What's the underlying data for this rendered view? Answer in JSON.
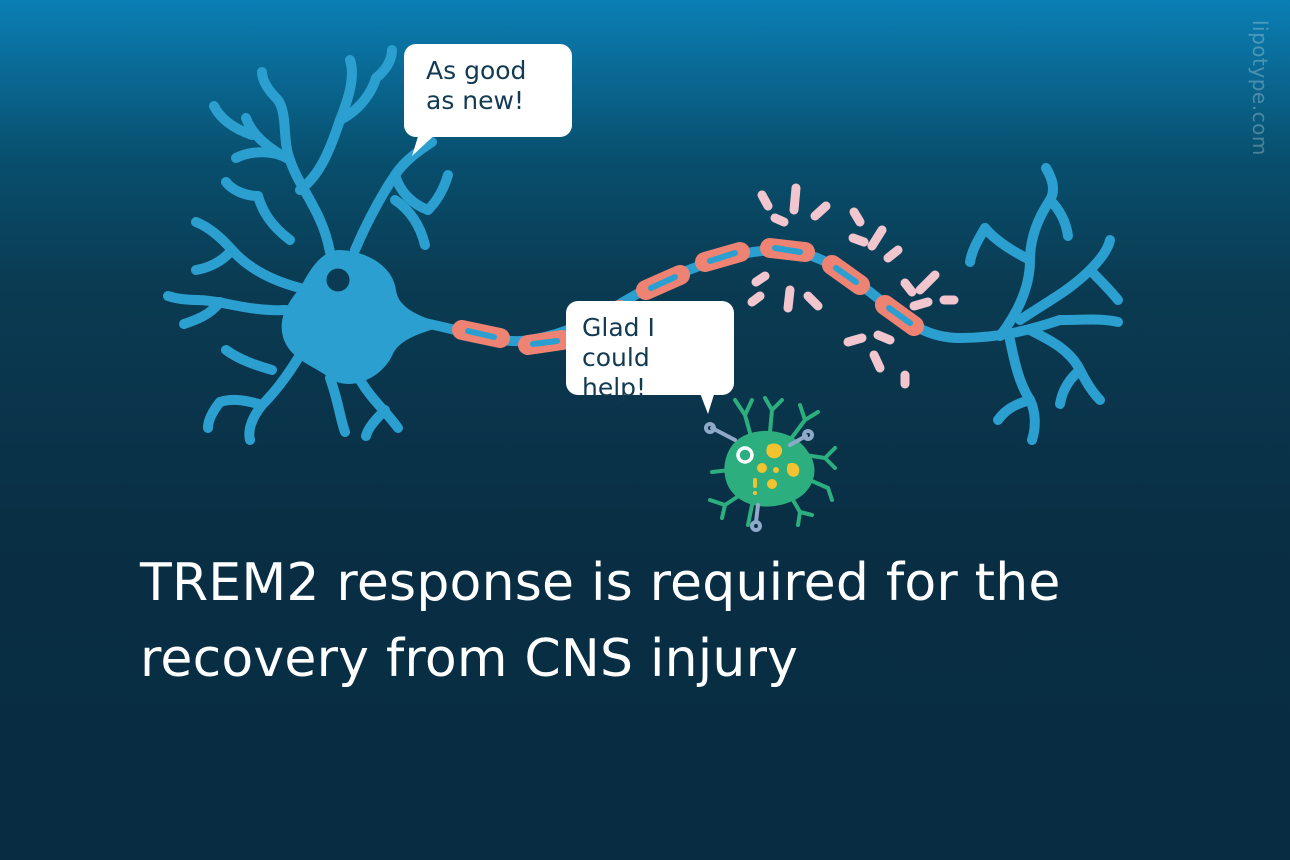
{
  "bubbles": {
    "neuron": "As good\nas new!",
    "microglia": "Glad I\ncould help!"
  },
  "headline": "TREM2 response is required for the\nrecovery from CNS injury",
  "watermark": "lipotype.com",
  "icons": [
    "neuron-icon",
    "microglia-icon",
    "myelin-debris-icon"
  ],
  "colors": {
    "background_top": "#0b7fb5",
    "background_bottom": "#082c42",
    "neuron": "#2b9fcf",
    "myelin": "#ef8373",
    "debris": "#f2c6cf",
    "microglia": "#2cae7e"
  }
}
